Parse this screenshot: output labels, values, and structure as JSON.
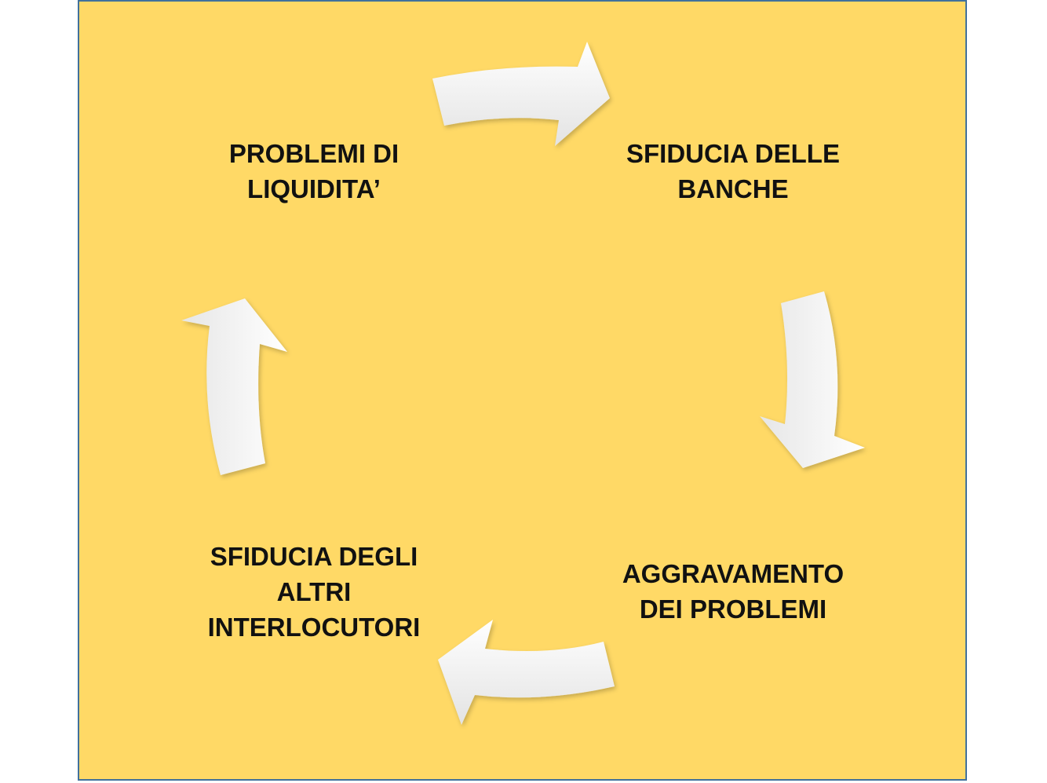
{
  "cycle": {
    "nodes": [
      {
        "id": "tl",
        "label": "PROBLEMI DI\nLIQUIDITA’"
      },
      {
        "id": "tr",
        "label": "SFIDUCIA DELLE\nBANCHE"
      },
      {
        "id": "br",
        "label": "AGGRAVAMENTO\nDEI PROBLEMI"
      },
      {
        "id": "bl",
        "label": "SFIDUCIA DEGLI\nALTRI\nINTERLOCUTORI"
      }
    ],
    "colors": {
      "background": "#FFD966",
      "border": "#41719C",
      "arrow_fill": "#FFFFFF",
      "arrow_shade": "#D9D9D9",
      "text": "#111111"
    }
  }
}
